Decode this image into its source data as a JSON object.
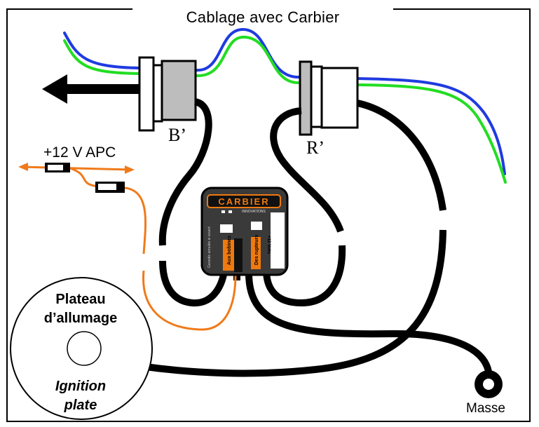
{
  "title": "Cablage avec Carbier",
  "labels": {
    "connector_b": "B’",
    "connector_r": "R’",
    "apc": "+12 V APC",
    "masse": "Masse",
    "plateau_line1": "Plateau",
    "plateau_line2": "d’allumage",
    "ignition_line1": "Ignition",
    "ignition_line2": "plate"
  },
  "module": {
    "brand": "CARBIER",
    "sub": "INNOVATIONS",
    "left_label": "Aux bobines",
    "right_label": "Des rupteurs",
    "side_text": "Garantie annulée si ouvert",
    "volts": "+12 Volts"
  },
  "colors": {
    "wire_black": "#000000",
    "wire_blue": "#1f3be0",
    "wire_green": "#22dd22",
    "wire_orange": "#f07a1a",
    "module_body": "#3a3a3a",
    "module_brand": "#ee7a10",
    "connector_grey": "#bdbdbd"
  }
}
